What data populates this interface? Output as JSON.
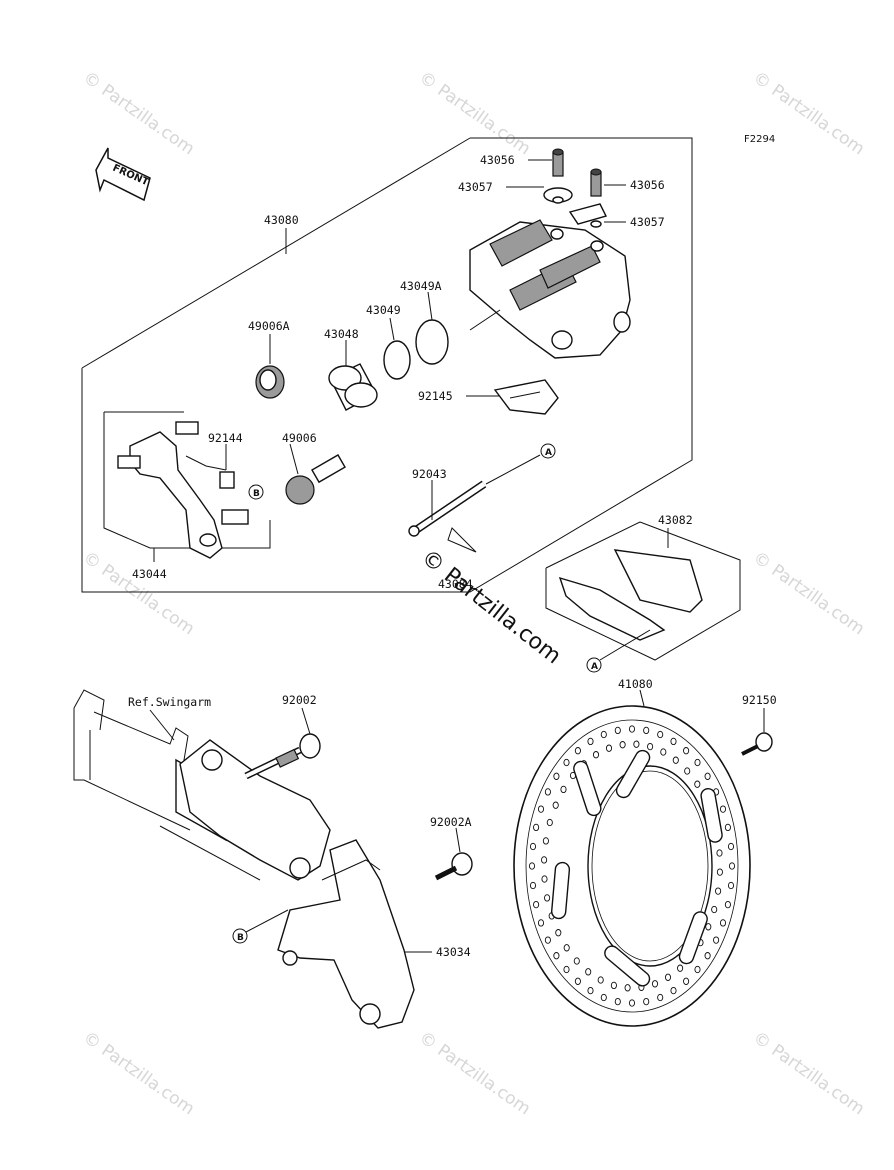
{
  "diagram_code": "F2294",
  "front_label": "FRONT",
  "ref_label": "Ref.Swingarm",
  "watermarks": [
    "© Partzilla.com",
    "© Partzilla.com"
  ],
  "callouts": {
    "A": "A",
    "B": "B"
  },
  "parts": {
    "p43056a": "43056",
    "p43057a": "43057",
    "p43056b": "43056",
    "p43057b": "43057",
    "p43080": "43080",
    "p43049A": "43049A",
    "p43049": "43049",
    "p43048": "43048",
    "p49006A": "49006A",
    "p92145": "92145",
    "p92144": "92144",
    "p49006": "49006",
    "p92043": "92043",
    "p43044": "43044",
    "p43084": "43084",
    "p43082": "43082",
    "p92002": "92002",
    "p41080": "41080",
    "p92150": "92150",
    "p92002A": "92002A",
    "p43034": "43034"
  }
}
